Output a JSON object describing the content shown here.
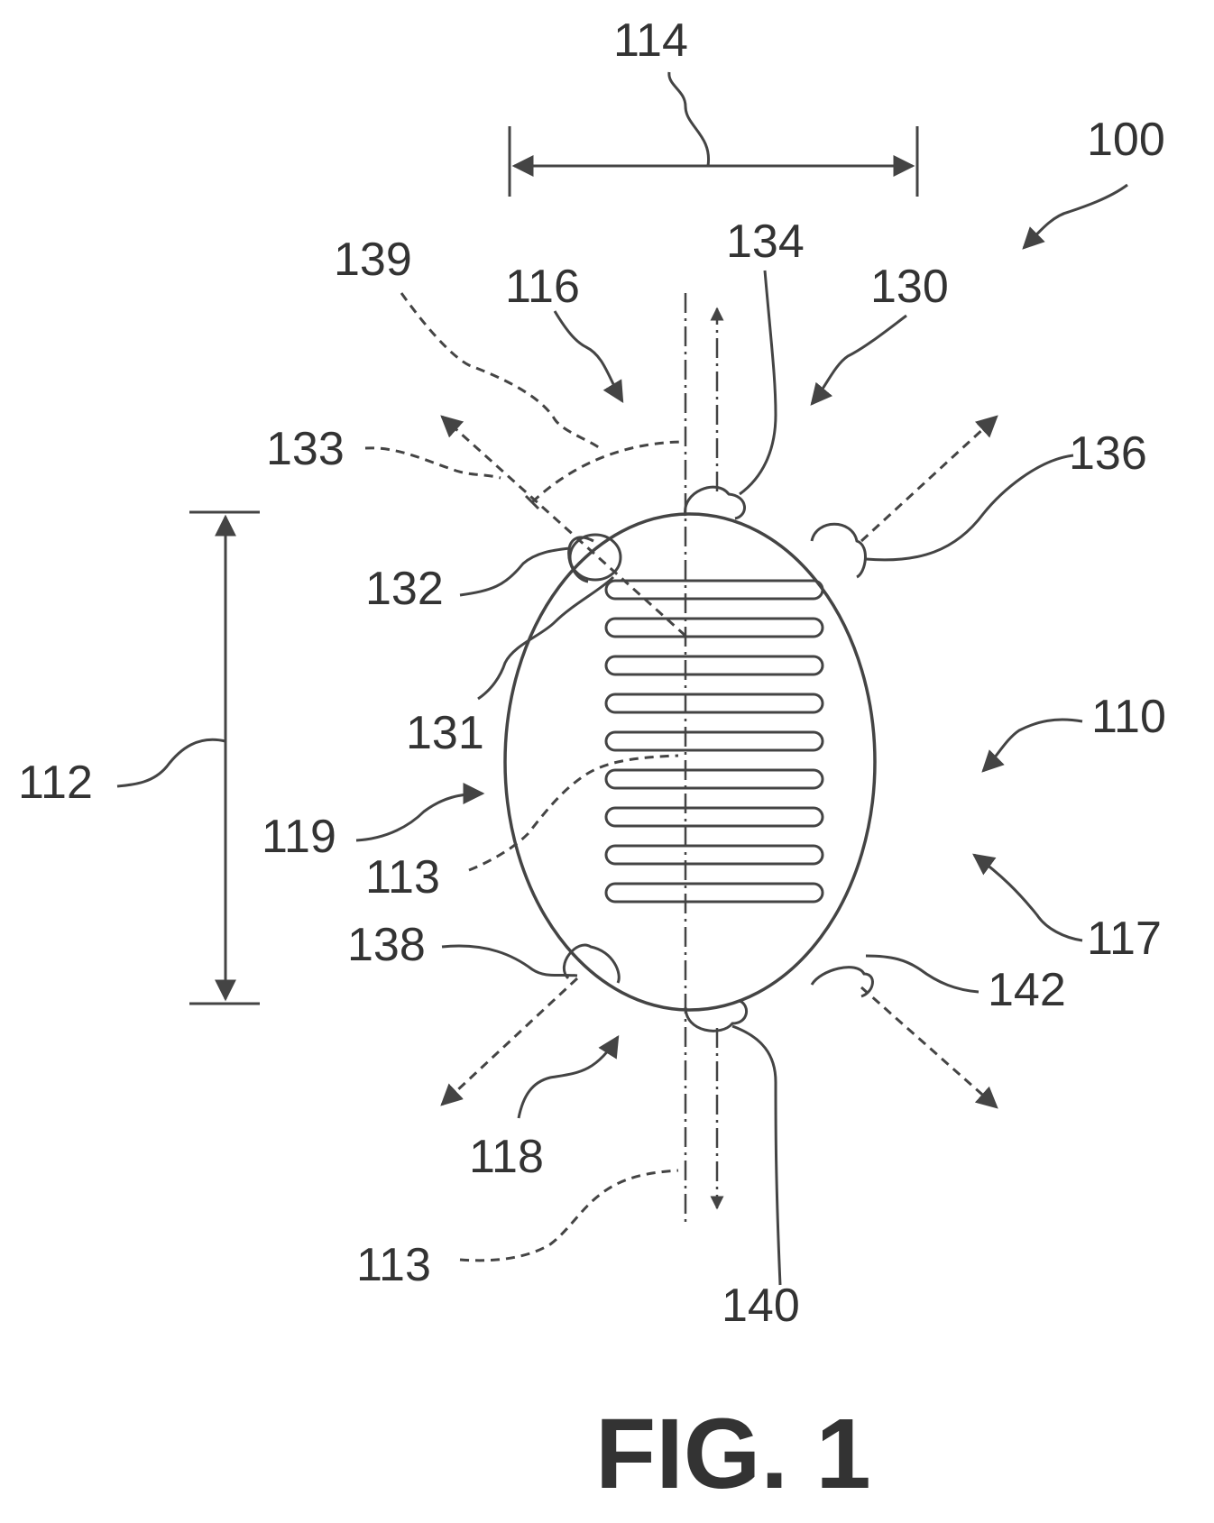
{
  "figure": {
    "caption": "FIG. 1",
    "labels": {
      "l100": "100",
      "l110": "110",
      "l112": "112",
      "l113a": "113",
      "l113b": "113",
      "l114": "114",
      "l116": "116",
      "l117": "117",
      "l118": "118",
      "l119": "119",
      "l130": "130",
      "l131": "131",
      "l132": "132",
      "l133": "133",
      "l134": "134",
      "l136": "136",
      "l138": "138",
      "l139": "139",
      "l140": "140",
      "l142": "142"
    },
    "slot_count": 9
  }
}
